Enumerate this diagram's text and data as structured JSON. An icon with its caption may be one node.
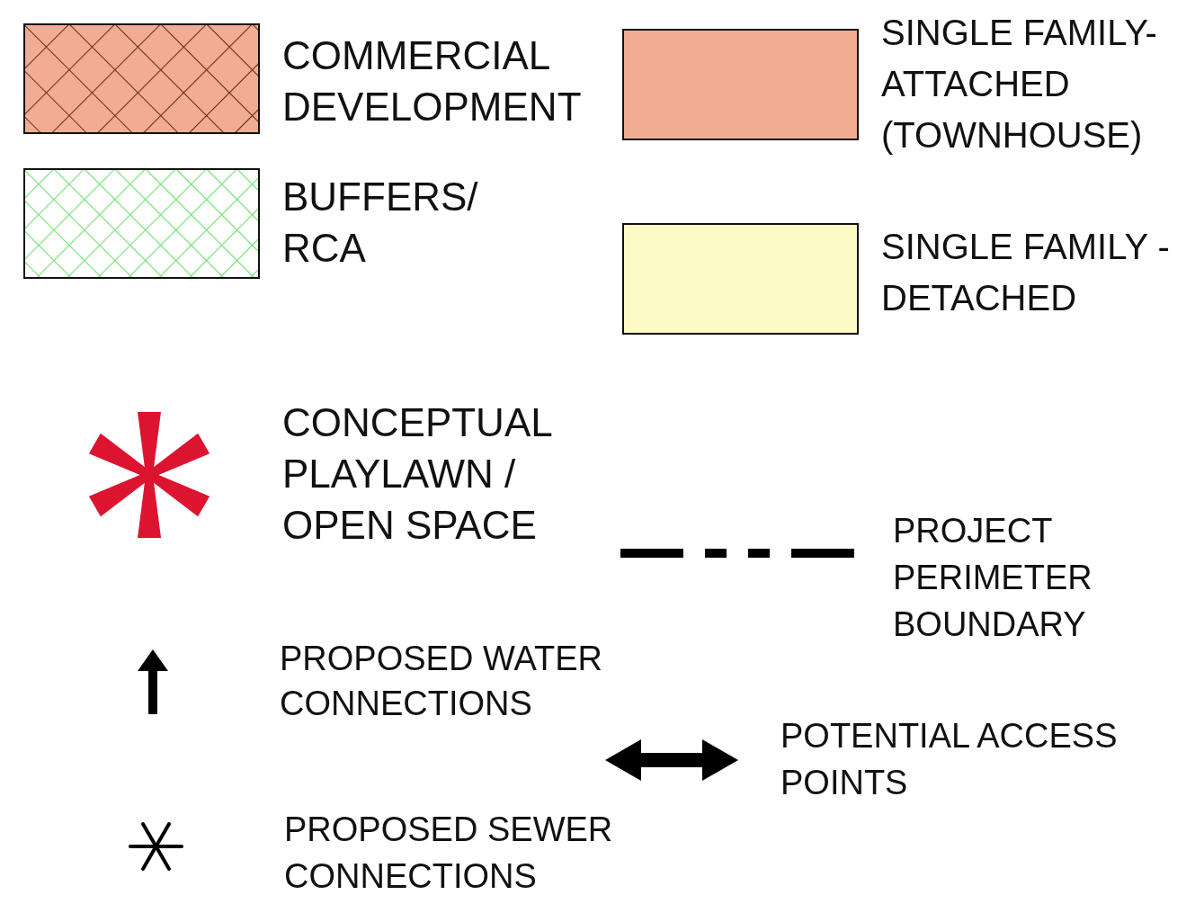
{
  "diagram": {
    "legend": [
      {
        "text": "COMMERCIAL DEVELOPMENT"
      },
      {
        "text": "BUFFERS/ RCA"
      },
      {
        "text": "SINGLE FAMILY- ATTACHED (TOWNHOUSE)",
        "color": "#f0ad92"
      },
      {
        "text": "SINGLE FAMILY - DETACHED",
        "color": "#fdfbc5"
      },
      {
        "text": "CONCEPTUAL PLAYLAWN / OPEN SPACE"
      },
      {
        "text": "PROJECT PERIMETER BOUNDARY"
      },
      {
        "text": "PROPOSED WATER CONNECTIONS"
      },
      {
        "text": "POTENTIAL ACCESS POINTS"
      },
      {
        "text": "PROPOSED SEWER CONNECTIONS"
      }
    ]
  }
}
